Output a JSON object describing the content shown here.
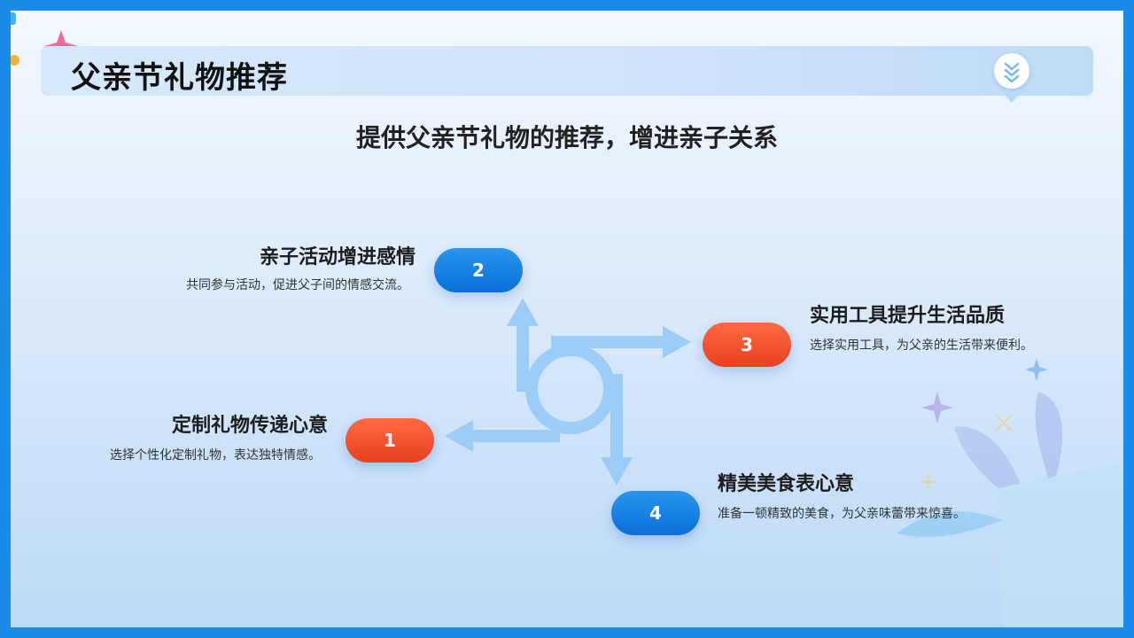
{
  "header": {
    "title": "父亲节礼物推荐"
  },
  "subtitle": "提供父亲节礼物的推荐，增进亲子关系",
  "items": [
    {
      "number": "1",
      "title": "定制礼物传递心意",
      "description": "选择个性化定制礼物，表达独特情感。",
      "color": "#ee4a26"
    },
    {
      "number": "2",
      "title": "亲子活动增进感情",
      "description": "共同参与活动，促进父子间的情感交流。",
      "color": "#1282e2"
    },
    {
      "number": "3",
      "title": "实用工具提升生活品质",
      "description": "选择实用工具，为父亲的生活带来便利。",
      "color": "#ee4a26"
    },
    {
      "number": "4",
      "title": "精美美食表心意",
      "description": "准备一顿精致的美食，为父亲味蕾带来惊喜。",
      "color": "#1282e2"
    }
  ],
  "colors": {
    "frame": "#1a8be8",
    "arrows": "#9ccdf8",
    "accent_blue": "#1282e2",
    "accent_red": "#ee4a26"
  },
  "icons": [
    "chevrons-down-icon",
    "sparkle-star-icon",
    "decorative-illustration"
  ]
}
